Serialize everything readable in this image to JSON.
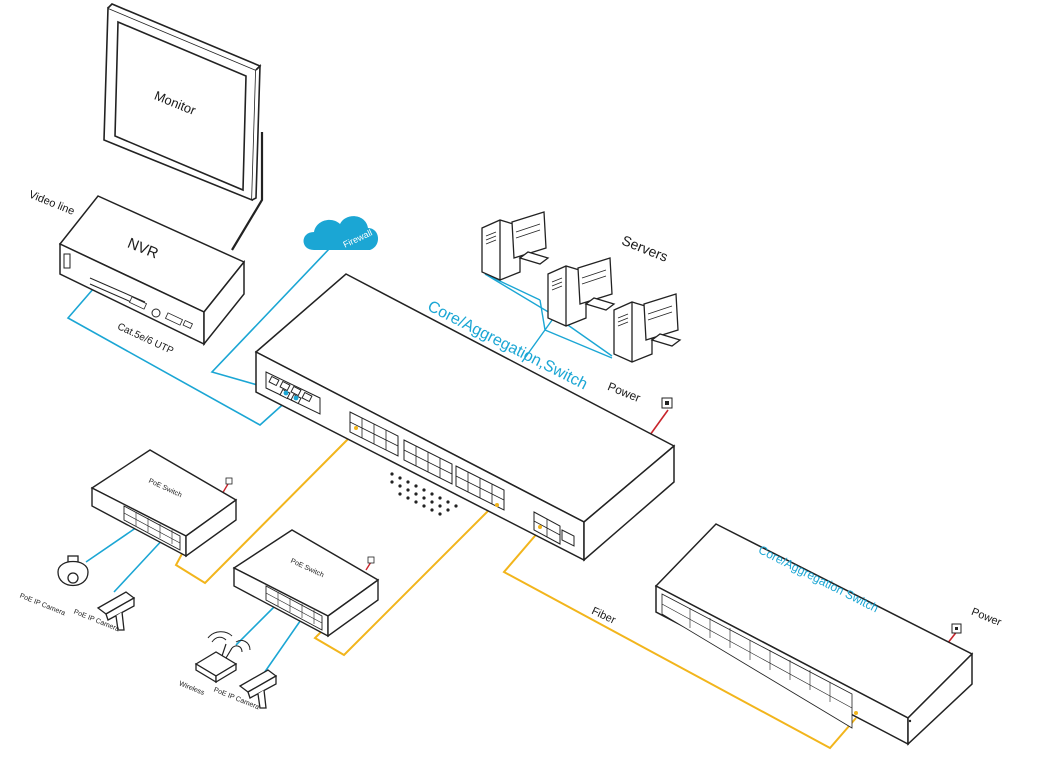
{
  "colors": {
    "copper_link": "#1ba6d4",
    "fiber_link": "#f2b51c",
    "power_cable": "#c8242b",
    "firewall_cloud": "#1ba6d4",
    "device_outline": "#222222"
  },
  "labels": {
    "monitor": "Monitor",
    "nvr": "NVR",
    "video_line": "Video line",
    "cat_cable": "Cat.5e/6 UTP",
    "firewall": "Firewall",
    "servers": "Servers",
    "core_switch_main": "Core/Aggregation,Switch",
    "core_switch_secondary": "Core/Aggregation Switch",
    "power_main": "Power",
    "power_secondary": "Power",
    "fiber": "Fiber",
    "poe_switch_1": "PoE  Switch",
    "poe_switch_2": "PoE  Switch",
    "poe_camera_dome": "PoE IP Camera",
    "poe_camera_bullet_1": "PoE IP Camera",
    "wireless": "Wireless",
    "poe_camera_bullet_2": "PoE IP Camera"
  },
  "icons": [
    "monitor-icon",
    "nvr-icon",
    "firewall-cloud-icon",
    "server-icon",
    "switch-icon",
    "poe-switch-icon",
    "dome-camera-icon",
    "bullet-camera-icon",
    "wireless-ap-icon",
    "power-socket-icon"
  ]
}
